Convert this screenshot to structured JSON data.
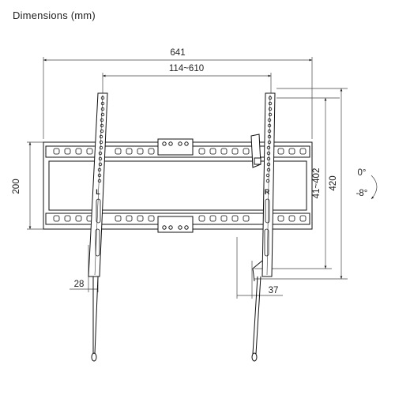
{
  "title": "Dimensions (mm)",
  "dimensions": {
    "overall_width": "641",
    "vesa_horizontal": "114~610",
    "frame_height": "200",
    "arm_width": "28",
    "depth": "37",
    "vertical_adjust": "41~402",
    "arm_length": "420"
  },
  "tilt": {
    "upper": "0°",
    "lower": "-8°"
  },
  "arm_labels": {
    "left": "L",
    "right": "R"
  }
}
